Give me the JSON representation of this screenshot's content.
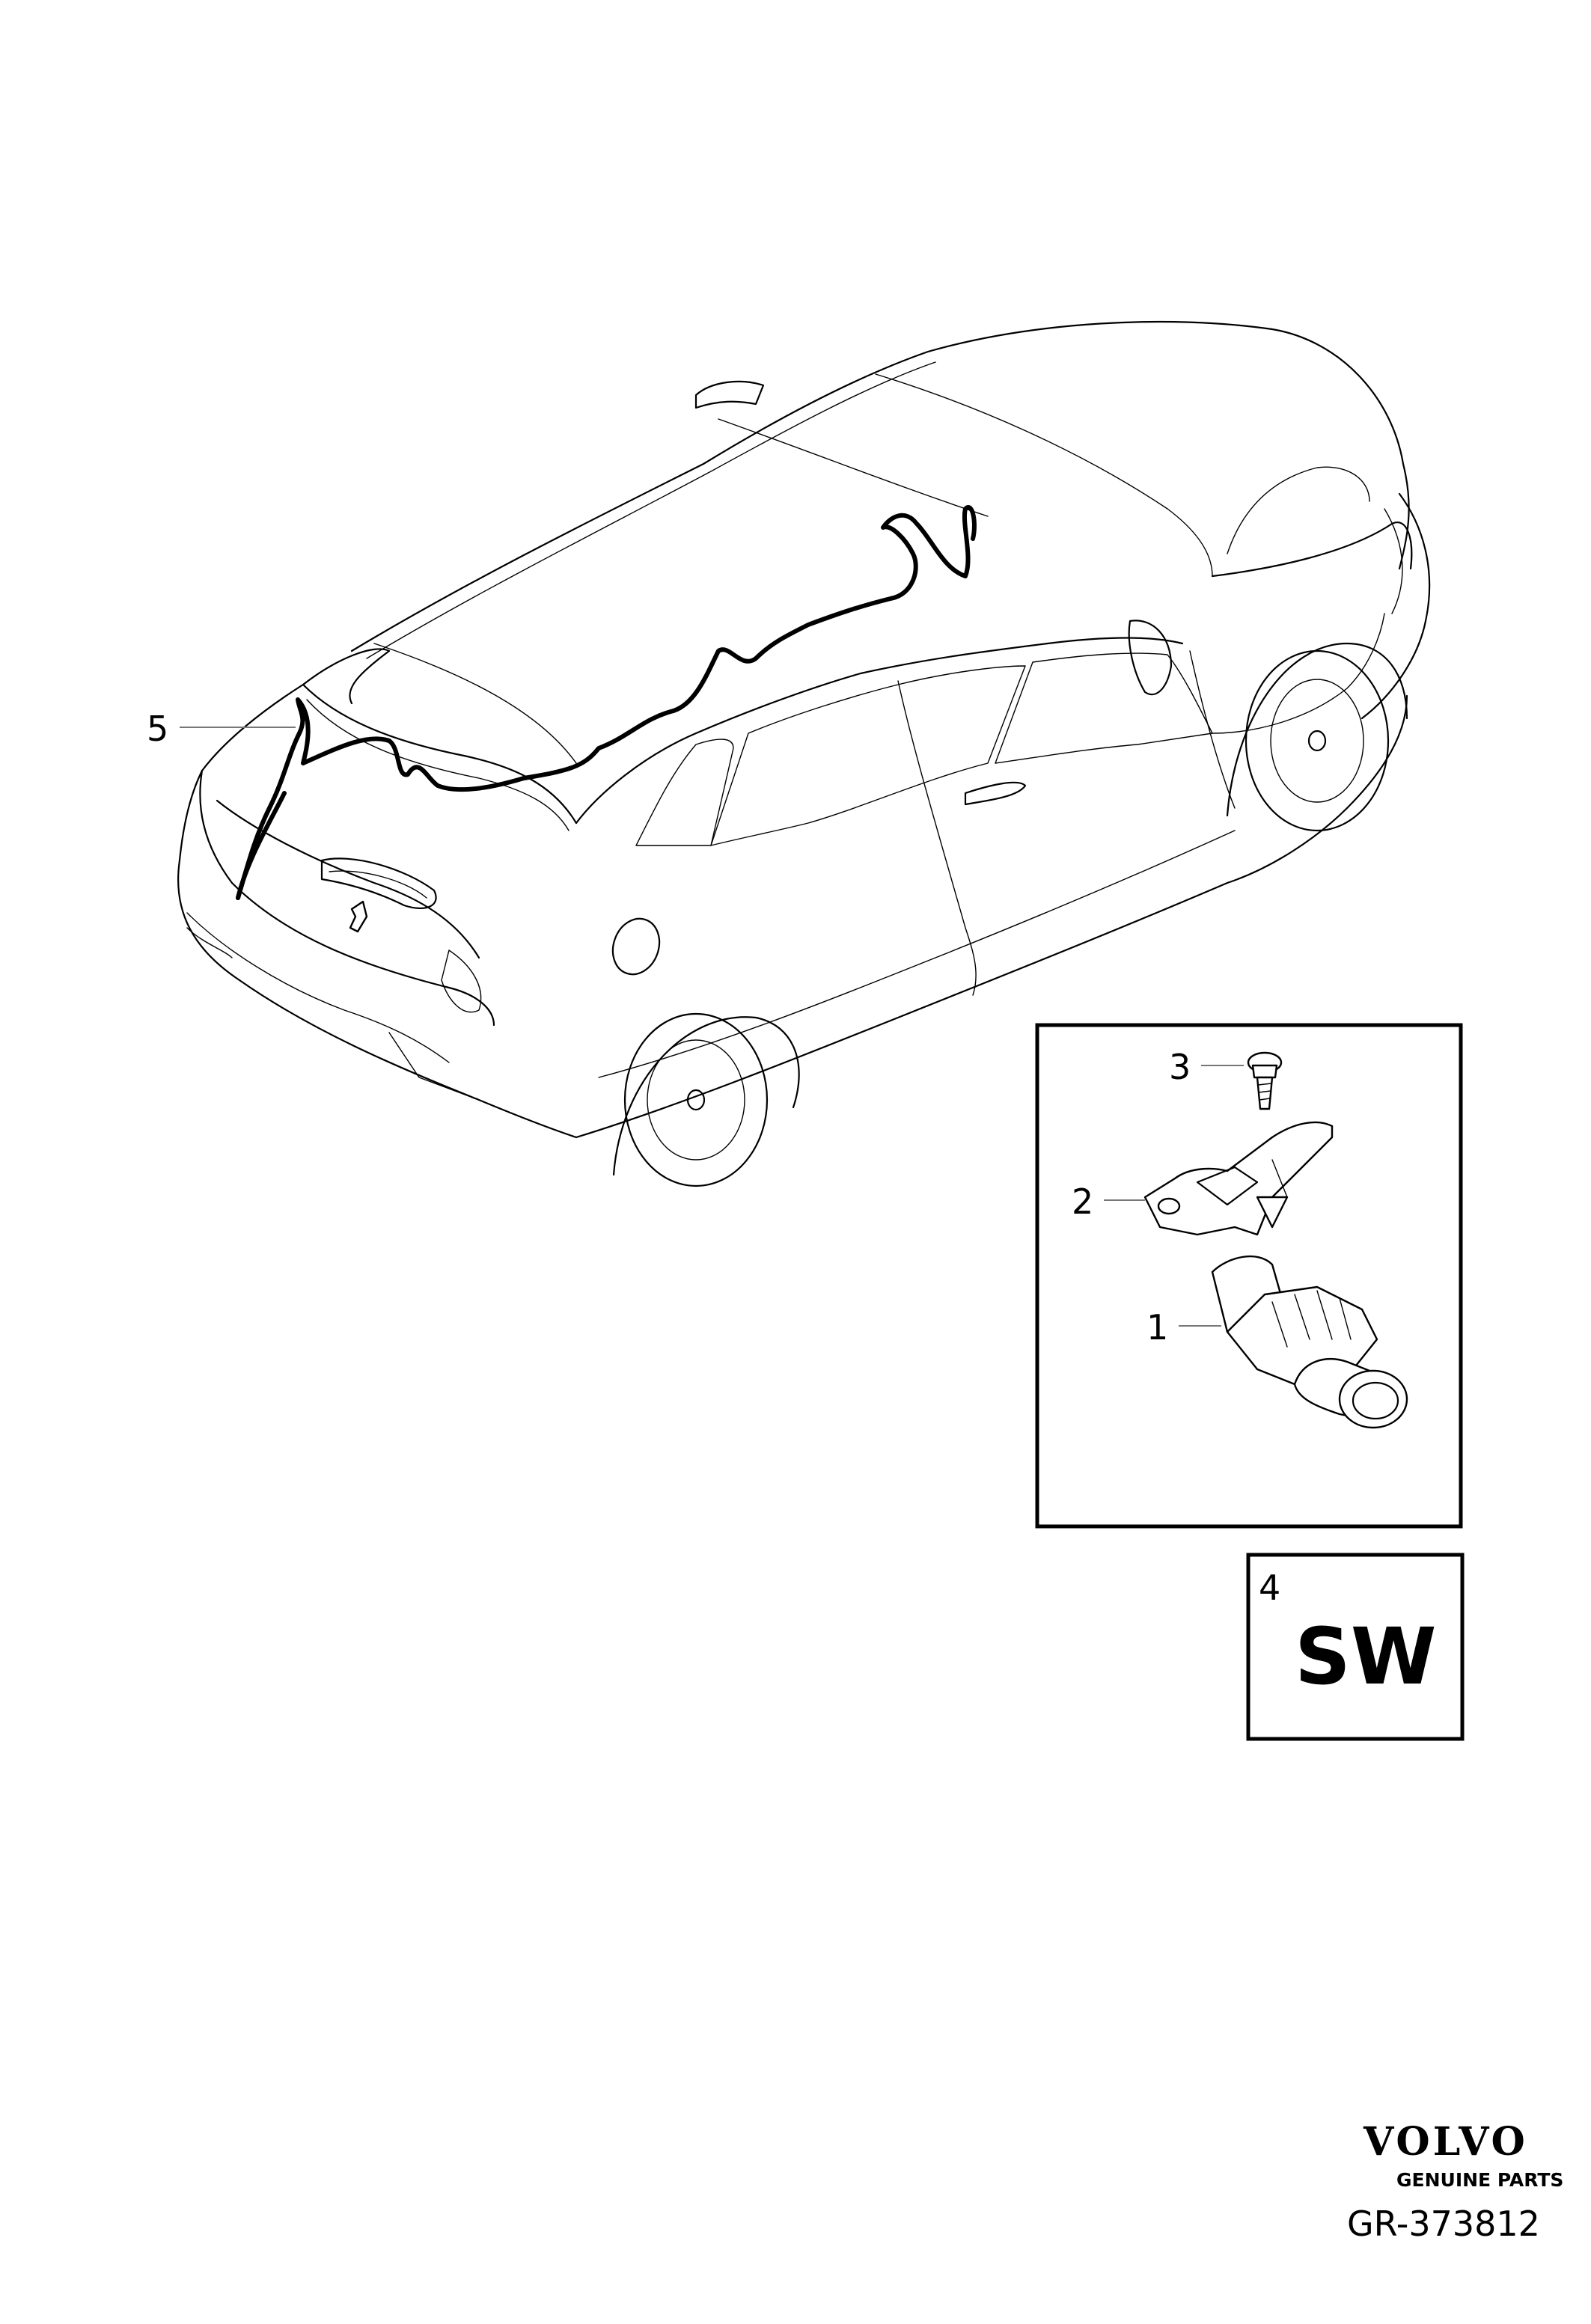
{
  "callouts": {
    "c1": "1",
    "c2": "2",
    "c3": "3",
    "c4": "4",
    "c5": "5"
  },
  "software_box": {
    "label": "SW"
  },
  "brand": {
    "name": "VOLVO",
    "subtitle": "GENUINE PARTS"
  },
  "reference": "GR-373812",
  "icons": [
    "car-outline-icon",
    "wiring-harness-icon",
    "screw-icon",
    "bracket-icon",
    "camera-icon"
  ]
}
